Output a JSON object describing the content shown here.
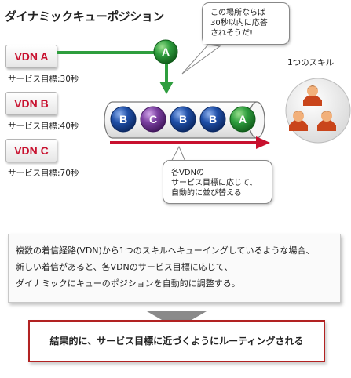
{
  "title": "ダイナミックキューポジション",
  "vdns": [
    {
      "name": "VDN A",
      "target": "サービス目標:30秒"
    },
    {
      "name": "VDN B",
      "target": "サービス目標:40秒"
    },
    {
      "name": "VDN C",
      "target": "サービス目標:70秒"
    }
  ],
  "incoming_call": "A",
  "callout_top": [
    "この場所ならば",
    "30秒以内に応答",
    "されそうだ!"
  ],
  "skill_label": "1つのスキル",
  "queue": [
    "B",
    "C",
    "B",
    "B",
    "A"
  ],
  "callout_bottom": [
    "各VDNの",
    "サービス目標に応じて、",
    "自動的に並び替える"
  ],
  "description": [
    "複数の着信経路(VDN)から1つのスキルへキューイングしているような場合、",
    "新しい着信があると、各VDNのサービス目標に応じて、",
    "ダイナミックにキューのポジションを自動的に調整する。"
  ],
  "result": "結果的に、サービス目標に近づくようにルーティングされる",
  "colors": {
    "accent_red": "#c8102e",
    "green": "#2e9e3e",
    "blue": "#1f4fa8",
    "purple": "#7b3fa1"
  }
}
